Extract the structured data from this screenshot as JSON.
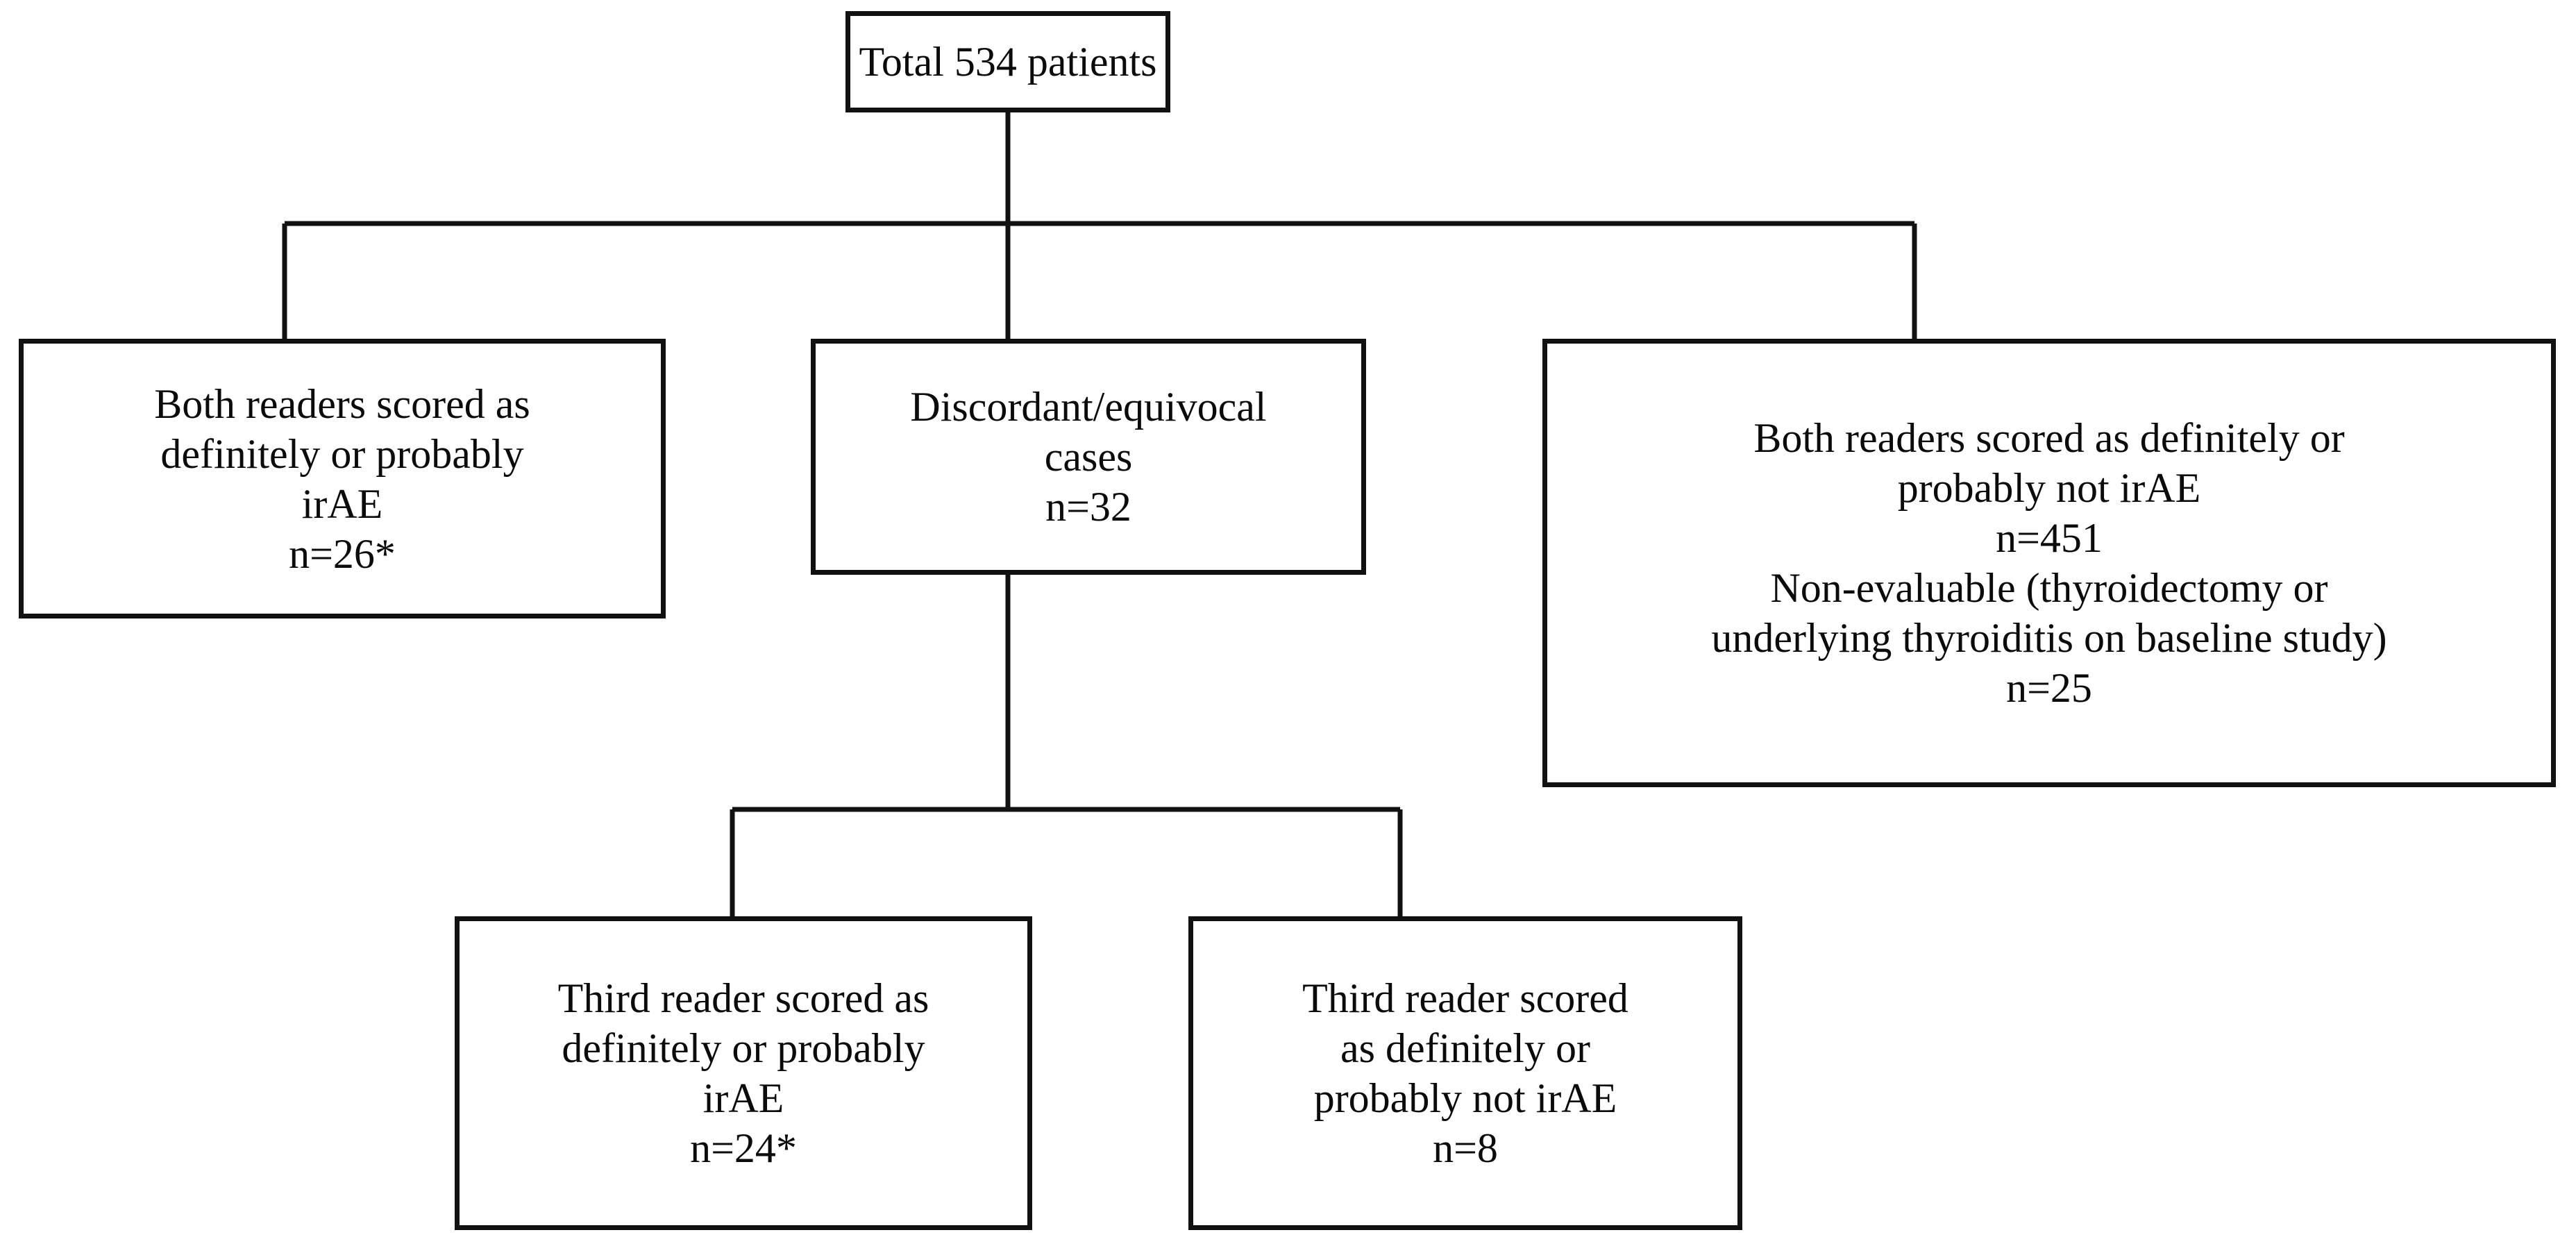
{
  "figure": {
    "type": "flowchart",
    "orientation": "top-down",
    "background_color": "#ffffff",
    "line_color": "#111111",
    "text_color": "#0b0b0b"
  },
  "nodes": {
    "total": {
      "id": "total",
      "lines": [
        "Total 534 patients"
      ],
      "n": 534
    },
    "both_readers_irae": {
      "id": "both-readers-irae",
      "lines": [
        "Both readers scored as",
        "definitely or probably",
        "irAE",
        "n=26*"
      ],
      "n": 26,
      "footnote_marker": "*"
    },
    "discordant": {
      "id": "discordant-equivocal",
      "lines": [
        "Discordant/equivocal",
        "cases",
        "n=32"
      ],
      "n": 32
    },
    "both_readers_not_irae": {
      "id": "both-readers-not-irae",
      "lines": [
        "Both readers scored as definitely or",
        "probably not irAE",
        "n=451",
        "Non-evaluable (thyroidectomy or",
        "underlying thyroiditis on baseline study)",
        "n=25"
      ],
      "n": 451,
      "n_non_evaluable": 25
    },
    "third_reader_irae": {
      "id": "third-reader-irae",
      "lines": [
        "Third reader scored as",
        "definitely or probably",
        "irAE",
        "n=24*"
      ],
      "n": 24,
      "footnote_marker": "*"
    },
    "third_reader_not_irae": {
      "id": "third-reader-not-irae",
      "lines": [
        "Third reader scored",
        "as definitely or",
        "probably not irAE",
        "n=8"
      ],
      "n": 8
    }
  },
  "edges": [
    {
      "from": "total",
      "to": "both_readers_irae"
    },
    {
      "from": "total",
      "to": "discordant"
    },
    {
      "from": "total",
      "to": "both_readers_not_irae"
    },
    {
      "from": "discordant",
      "to": "third_reader_irae"
    },
    {
      "from": "discordant",
      "to": "third_reader_not_irae"
    }
  ]
}
